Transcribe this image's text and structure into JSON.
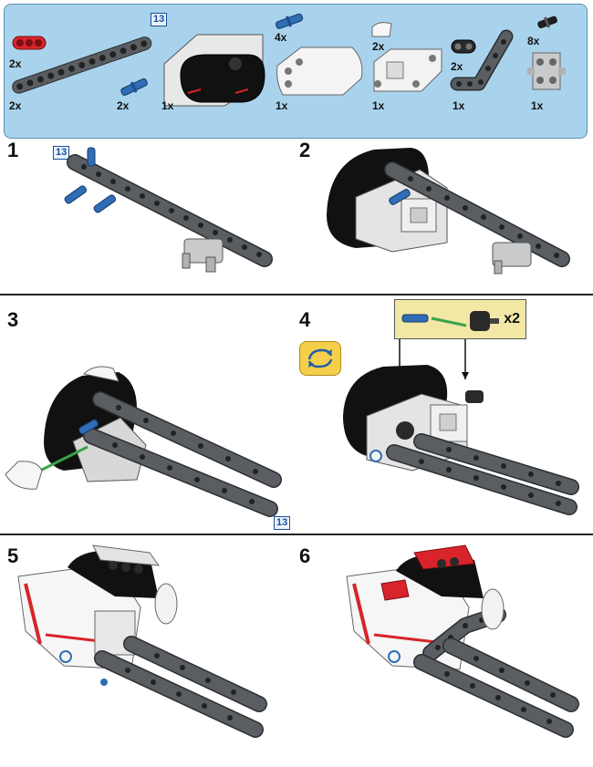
{
  "parts_list": {
    "title_size_tag": "13",
    "items": [
      {
        "name": "red-axle-connector-icon",
        "qty": "2x"
      },
      {
        "name": "beam-13-icon",
        "qty": "2x"
      },
      {
        "name": "blue-axle-pin-small-icon",
        "qty": "2x"
      },
      {
        "name": "large-motor-icon",
        "qty": "1x"
      },
      {
        "name": "blue-axle-pin-icon",
        "qty": "4x"
      },
      {
        "name": "white-panel-icon",
        "qty": "1x"
      },
      {
        "name": "white-curved-piece-icon",
        "qty": "2x"
      },
      {
        "name": "white-frame-icon",
        "qty": "1x"
      },
      {
        "name": "black-connector-icon",
        "qty": "2x"
      },
      {
        "name": "bent-beam-icon",
        "qty": "1x"
      },
      {
        "name": "black-pin-icon",
        "qty": "8x"
      },
      {
        "name": "cross-block-icon",
        "qty": "1x"
      }
    ]
  },
  "steps": [
    {
      "number": "1",
      "size_tag": "13"
    },
    {
      "number": "2"
    },
    {
      "number": "3",
      "size_tag": "13"
    },
    {
      "number": "4",
      "callout_multiplier": "x2"
    },
    {
      "number": "5"
    },
    {
      "number": "6"
    }
  ],
  "colors": {
    "parts_bg": "#a9d3ec",
    "beam": "#5a5e62",
    "pin_blue": "#2f6db5",
    "red": "#d8242a",
    "callout_bg": "#f3e7a6",
    "rotate_bg": "#f4d04a"
  }
}
